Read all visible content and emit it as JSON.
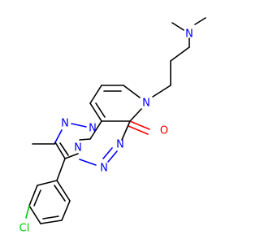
{
  "molecule": {
    "atom_labels": {
      "amine_n": "N",
      "ring_n_lactam": "N",
      "oxygen": "O",
      "pyrazole_n1": "N",
      "pyrazole_n2": "N",
      "triazine_n_a": "N",
      "triazine_n_b": "N",
      "triazine_n_c": "N",
      "chlorine": "Cl"
    },
    "colors": {
      "carbon_bond": "#000000",
      "nitrogen": "#0000ff",
      "oxygen": "#ff0000",
      "chlorine": "#00cc00",
      "background": "#ffffff"
    }
  }
}
